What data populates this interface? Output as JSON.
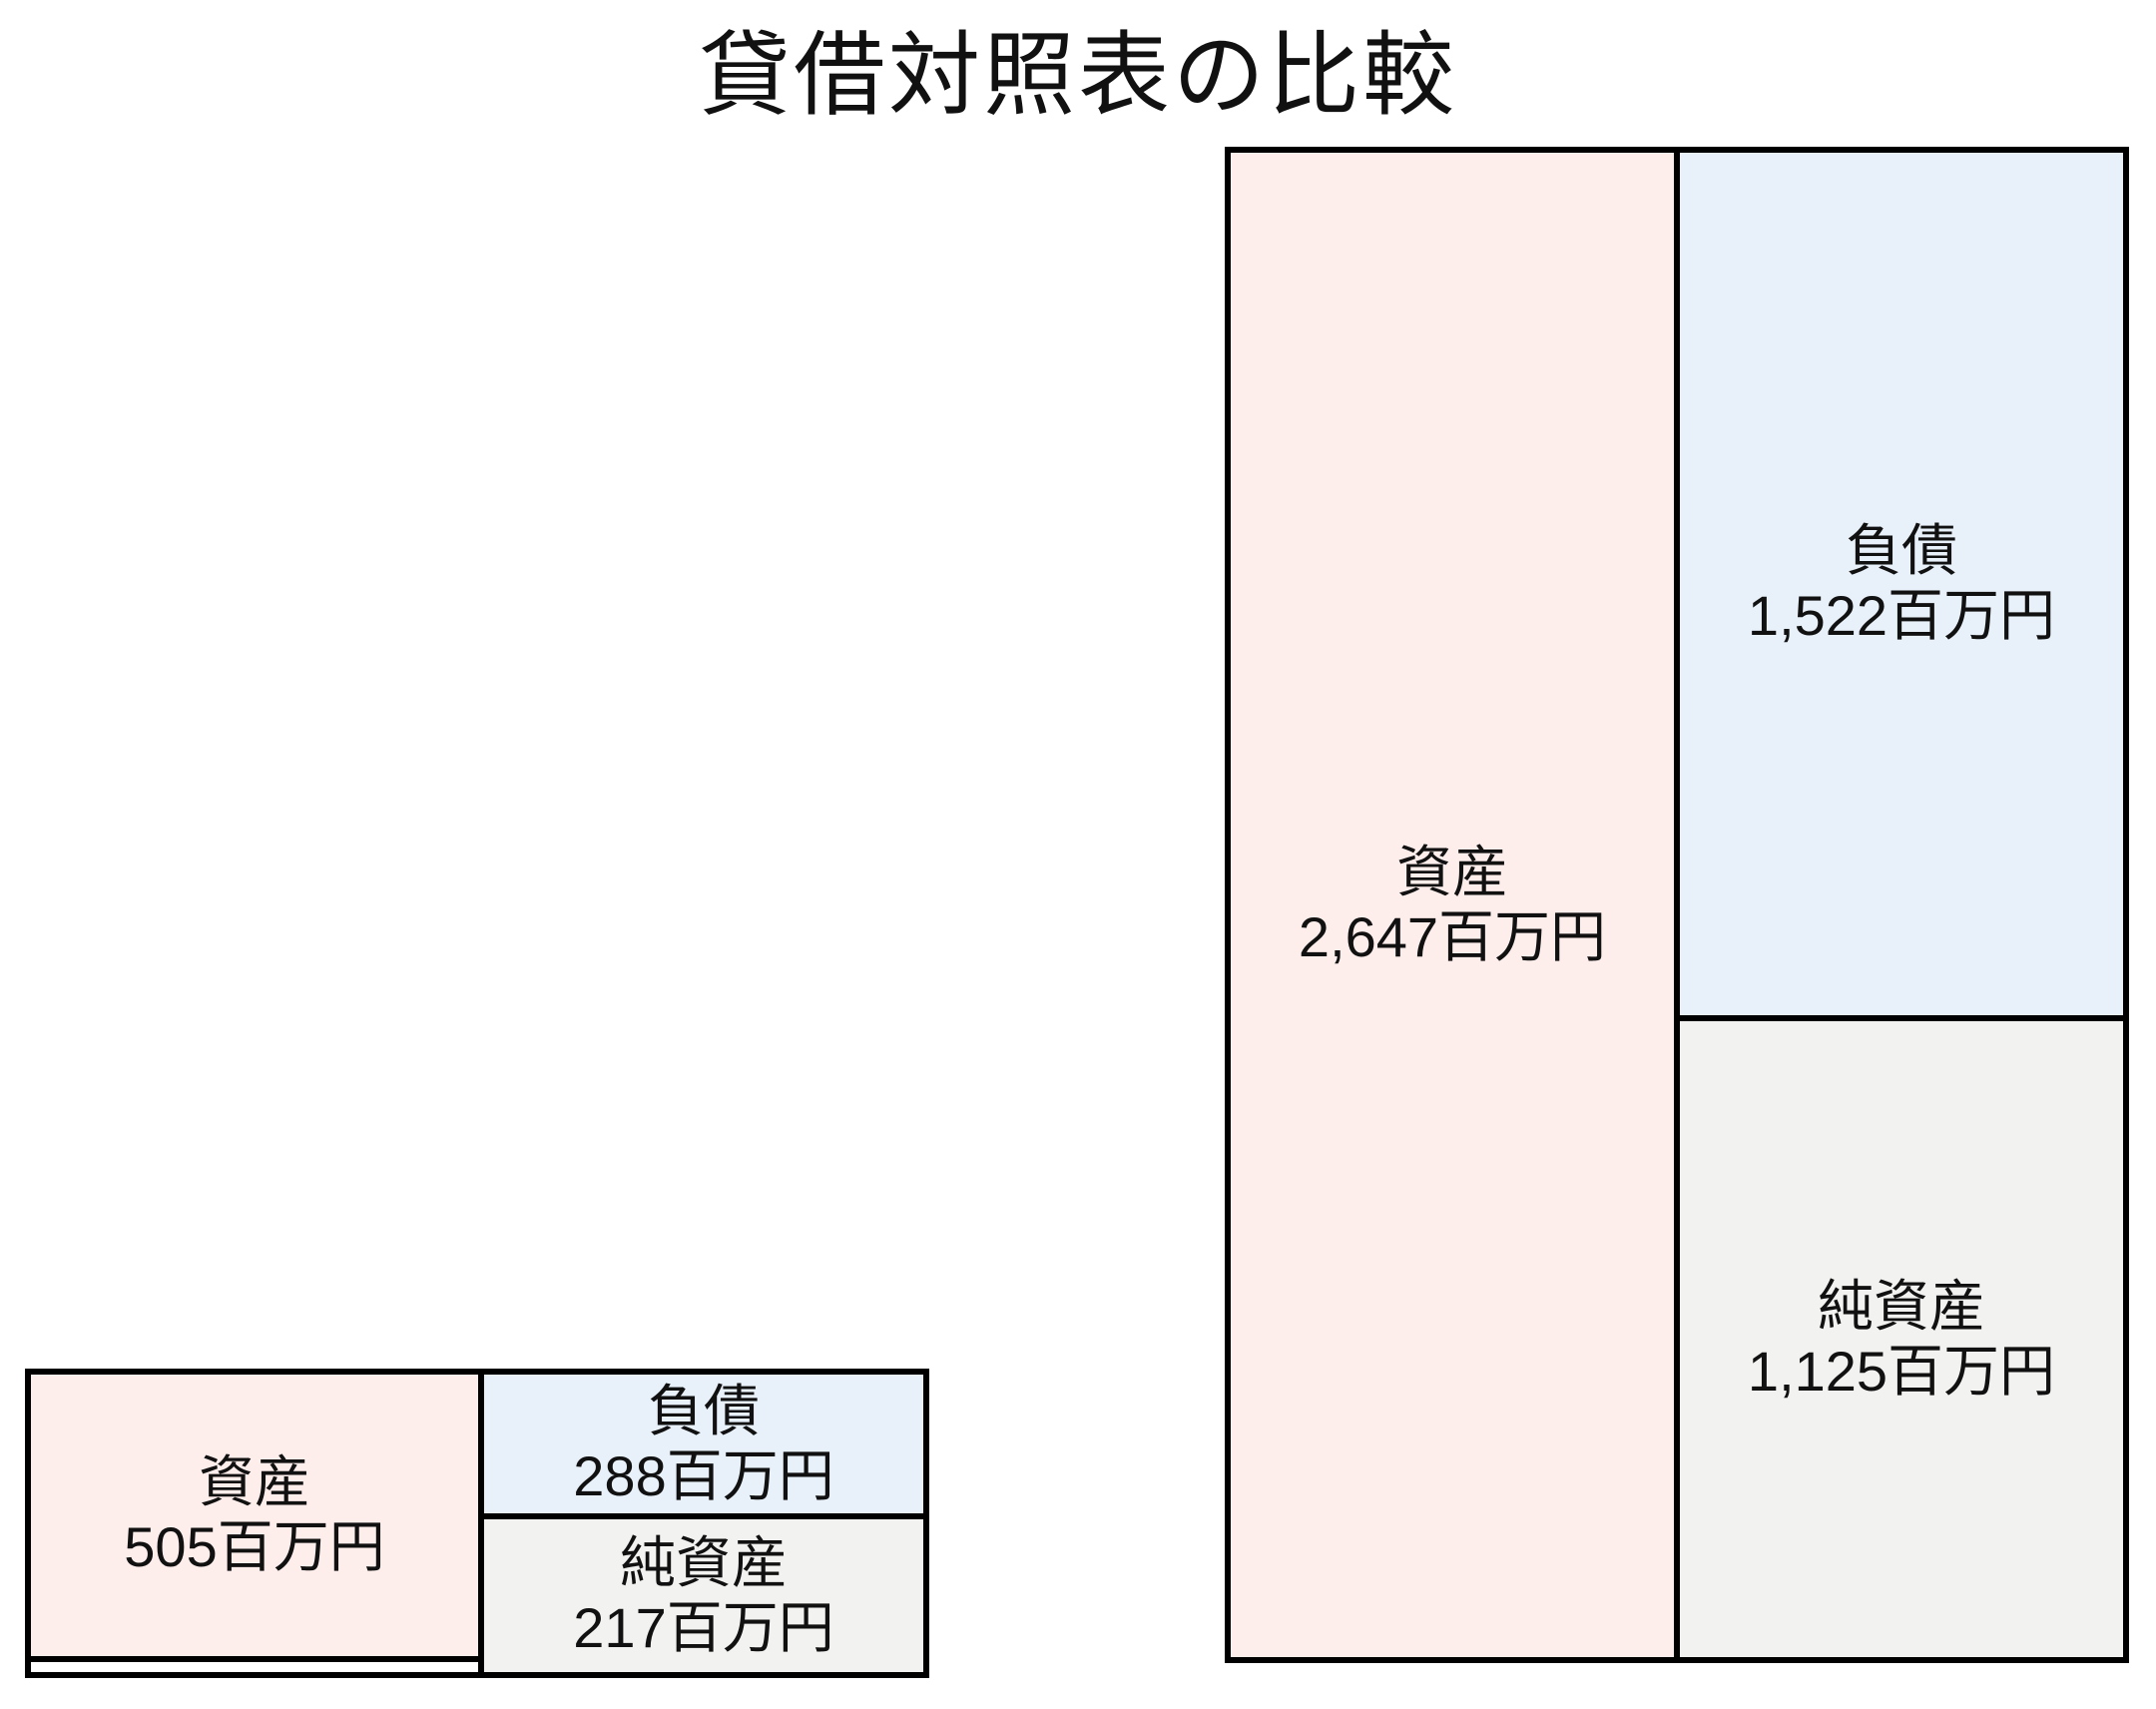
{
  "title": "貸借対照表の比較",
  "colors": {
    "assets": "#fdeeec",
    "liabilities": "#e8f1fa",
    "net_assets": "#f2f2f1",
    "border": "#000000",
    "text": "#111111",
    "background": "#ffffff"
  },
  "charts": {
    "small": {
      "assets": {
        "label": "資産",
        "value": "505百万円"
      },
      "liabilities": {
        "label": "負債",
        "value": "288百万円"
      },
      "net_assets": {
        "label": "純資産",
        "value": "217百万円"
      }
    },
    "large": {
      "assets": {
        "label": "資産",
        "value": "2,647百万円"
      },
      "liabilities": {
        "label": "負債",
        "value": "1,522百万円"
      },
      "net_assets": {
        "label": "純資産",
        "value": "1,125百万円"
      }
    }
  },
  "chart_data": {
    "type": "bar",
    "variant": "balance-sheet comparison: paired stacked rectangles, heights proportional to amounts; left column = assets, right column = liabilities stacked above net assets",
    "title": "貸借対照表の比較",
    "unit": "百万円",
    "categories": [
      "small-balance-sheet",
      "large-balance-sheet"
    ],
    "series": [
      {
        "name": "資産",
        "values": [
          505,
          2647
        ]
      },
      {
        "name": "負債",
        "values": [
          288,
          1522
        ]
      },
      {
        "name": "純資産",
        "values": [
          217,
          1125
        ]
      }
    ],
    "totals_check": "負債+純資産=資産 (288+217=505, 1522+1125=2647)",
    "legend": "none",
    "axes": "none (no axis lines, ticks or gridlines; values labeled directly on rectangles)",
    "value_labels_on_chart": [
      "資産 505百万円",
      "負債 288百万円",
      "純資産 217百万円",
      "資産 2,647百万円",
      "負債 1,522百万円",
      "純資産 1,125百万円"
    ]
  }
}
